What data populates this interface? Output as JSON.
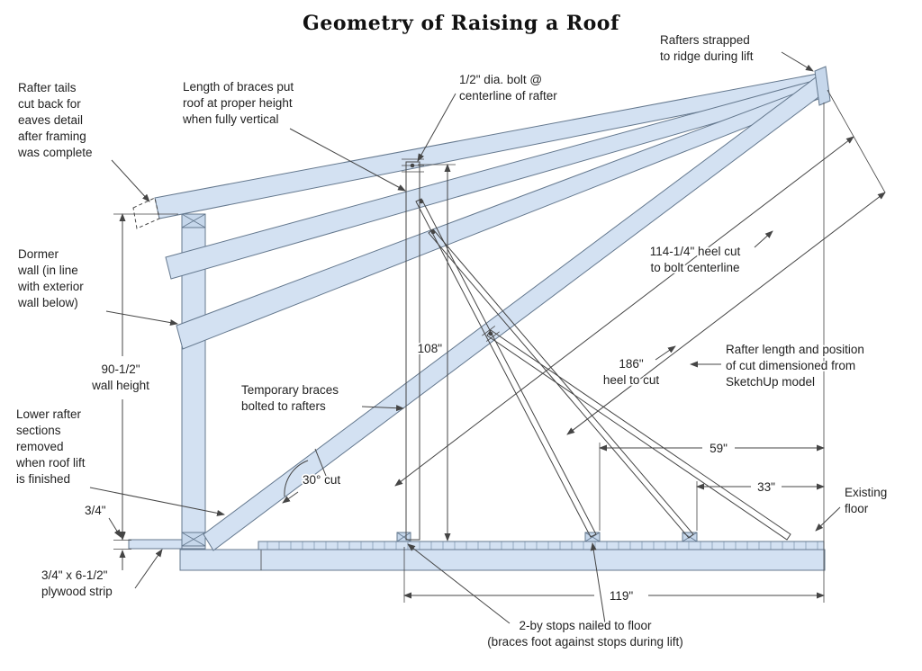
{
  "title": "Geometry of Raising a Roof",
  "colors": {
    "member_fill": "#d3e1f2",
    "member_stroke": "#64788e",
    "plate_fill": "#c6d7eb",
    "line": "#454545",
    "text": "#222222",
    "deck_tick": "#7d93ad"
  },
  "labels": {
    "rafters_strapped": [
      "Rafters strapped",
      "to ridge during lift"
    ],
    "rafter_tails": [
      "Rafter tails",
      "cut back for",
      "eaves detail",
      "after framing",
      "was complete"
    ],
    "brace_length": [
      "Length of braces put",
      "roof at proper height",
      "when fully vertical"
    ],
    "bolt": [
      "1/2\" dia. bolt @",
      "centerline of rafter"
    ],
    "dormer_wall": [
      "Dormer",
      "wall (in line",
      "with exterior",
      "wall below)"
    ],
    "heel_cut": [
      "114-1/4\" heel cut",
      "to bolt centerline"
    ],
    "wall_height": [
      "90-1/2\"",
      "wall height"
    ],
    "sketchup": [
      "Rafter length and position",
      "of cut dimensioned from",
      "SketchUp model"
    ],
    "heel_to_cut": [
      "186\"",
      "heel to cut"
    ],
    "temporary_braces": [
      "Temporary braces",
      "bolted to rafters"
    ],
    "lower_rafter": [
      "Lower rafter",
      "sections",
      "removed",
      "when roof lift",
      "is finished"
    ],
    "existing_floor": [
      "Existing",
      "floor"
    ],
    "plywood_strip": [
      "3/4\" x 6-1/2\"",
      "plywood strip"
    ],
    "stops": [
      "2-by stops nailed to floor",
      "(braces foot against stops during lift)"
    ]
  },
  "dimensions": {
    "d108": "108\"",
    "d59": "59\"",
    "d33": "33\"",
    "d119": "119\"",
    "d34": "3/4\"",
    "cut30": "30° cut"
  }
}
